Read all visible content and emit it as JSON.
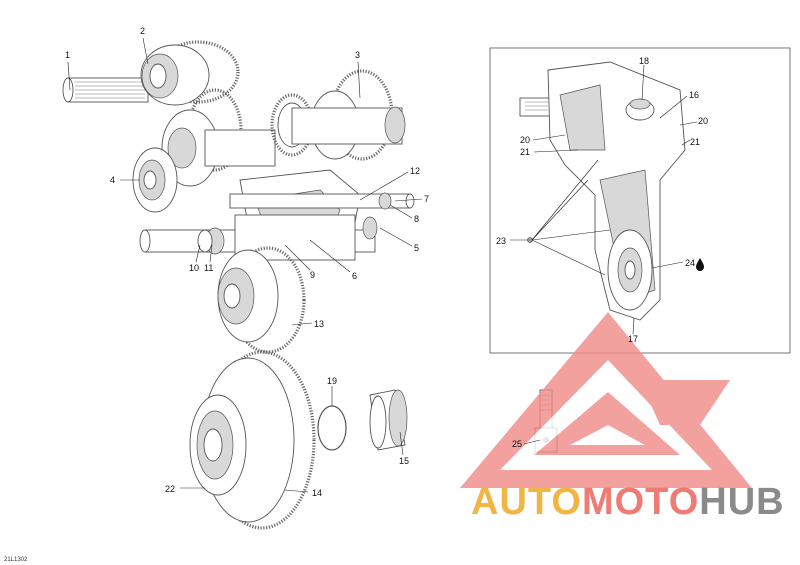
{
  "diagram": {
    "reference_code": "21L1302",
    "callouts": [
      "1",
      "2",
      "3",
      "4",
      "5",
      "6",
      "7",
      "8",
      "9",
      "10",
      "11",
      "12",
      "13",
      "14",
      "15",
      "16",
      "17",
      "18",
      "19",
      "20",
      "20",
      "21",
      "21",
      "22",
      "23",
      "24",
      "25"
    ],
    "fluid_icon": "oil-drop-icon"
  },
  "watermark": {
    "part1": "AUTO",
    "part2": "MOTO",
    "part3": "HUB",
    "color_auto": "#f2b544",
    "color_moto": "#ee7b74",
    "color_hub": "#8a8a8a",
    "logo_color": "#f08a86"
  }
}
